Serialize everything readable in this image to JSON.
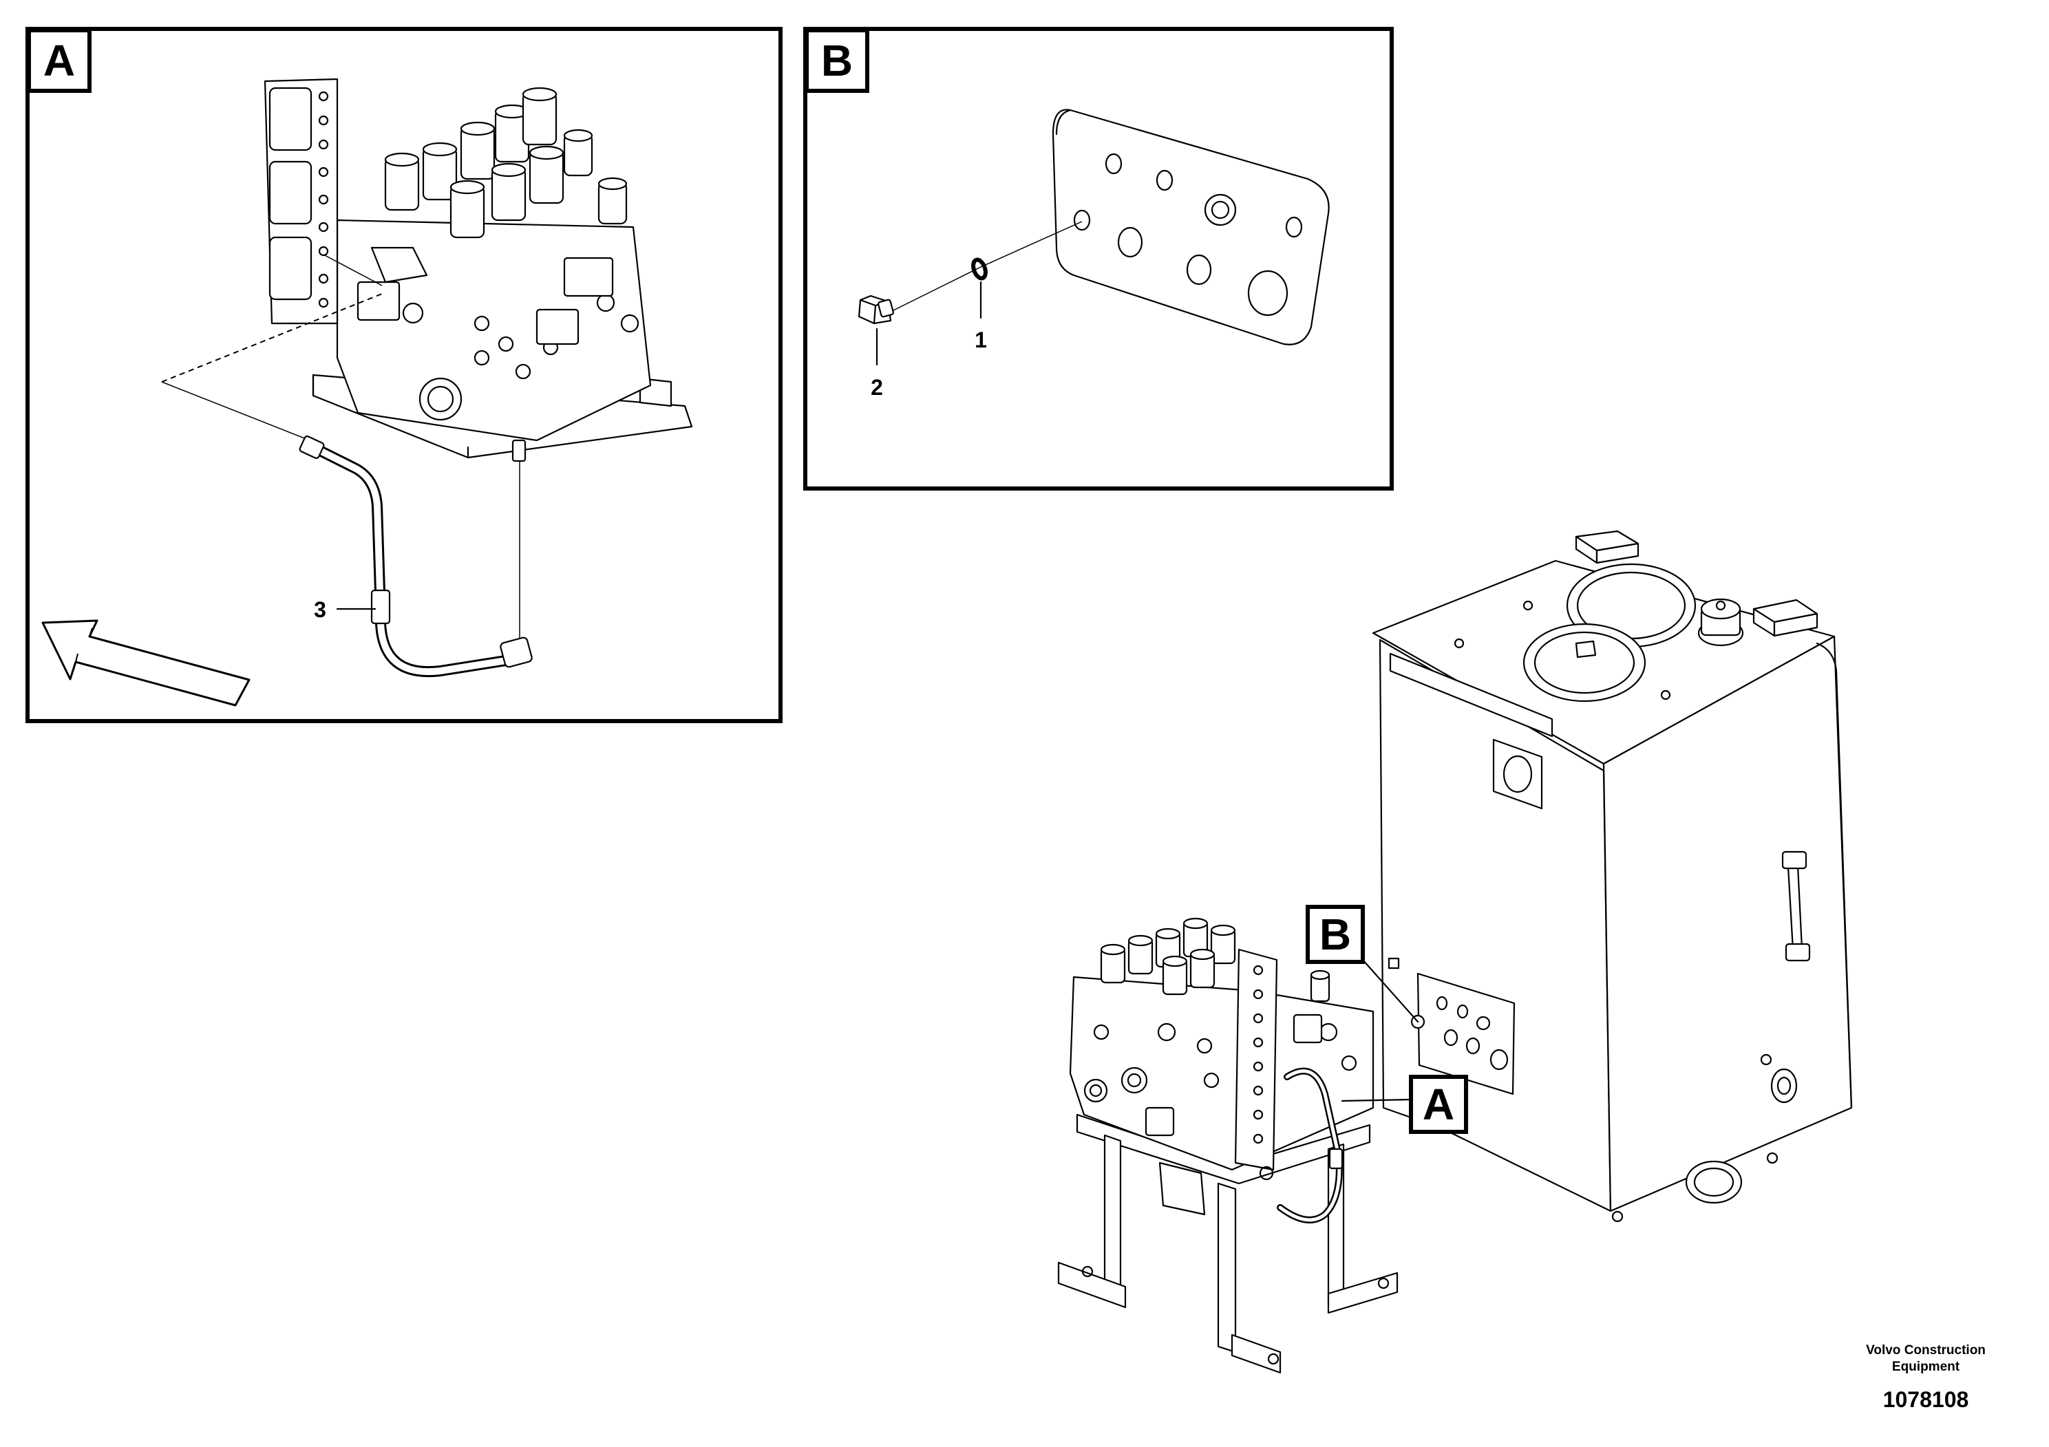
{
  "panels": {
    "a": {
      "label": "A"
    },
    "b": {
      "label": "B"
    }
  },
  "callouts": {
    "o_ring": "1",
    "plug": "2",
    "pipe": "3"
  },
  "overview_labels": {
    "b": "B",
    "a": "A"
  },
  "footer": {
    "company_line1": "Volvo Construction",
    "company_line2": "Equipment",
    "document_number": "1078108"
  }
}
